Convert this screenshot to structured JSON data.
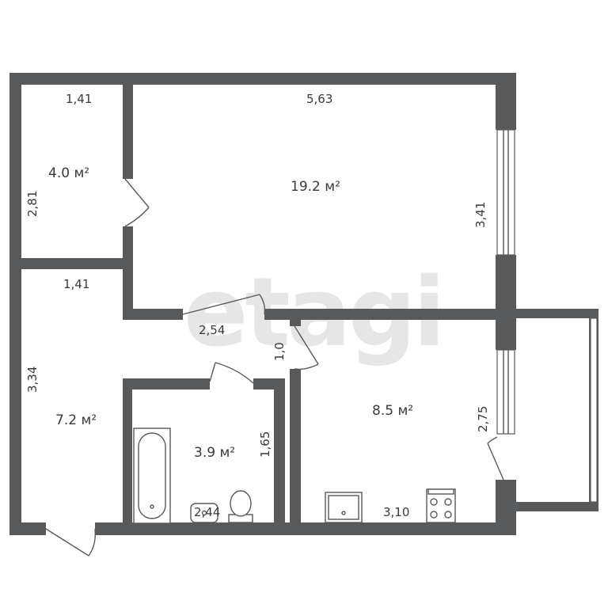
{
  "watermark": "etagi",
  "rooms": [
    {
      "id": "storage",
      "area": "4.0 м²",
      "width": "1,41",
      "height": "2,81"
    },
    {
      "id": "living-room",
      "area": "19.2 м²",
      "width": "5,63",
      "height": "3,41"
    },
    {
      "id": "hall",
      "area": "7.2 м²",
      "width": "1,41",
      "height": "3,34"
    },
    {
      "id": "bathroom",
      "area": "3.9 м²",
      "width": "2,44",
      "height": "1,65"
    },
    {
      "id": "kitchen",
      "area": "8.5 м²",
      "width": "3,10",
      "height": "2,75"
    }
  ],
  "corridor": {
    "length": "2,54",
    "width": "1,0"
  }
}
